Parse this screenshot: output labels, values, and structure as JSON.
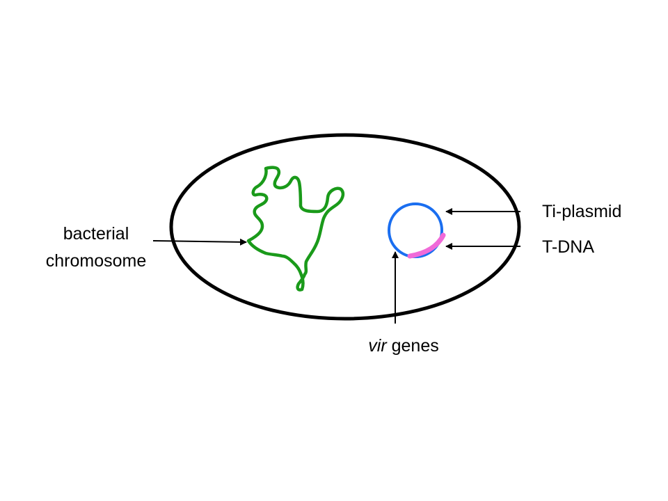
{
  "diagram": {
    "colors": {
      "cell_outline": "#000000",
      "chromosome": "#1a9a1a",
      "plasmid": "#1a6ef0",
      "t_dna": "#f06ad8",
      "arrows": "#000000",
      "background": "#ffffff"
    },
    "labels": {
      "chromosome_line1": "bacterial",
      "chromosome_line2": "chromosome",
      "ti_plasmid": "Ti-plasmid",
      "t_dna": "T-DNA",
      "vir_italic": "vir",
      "vir_rest": " genes"
    }
  }
}
